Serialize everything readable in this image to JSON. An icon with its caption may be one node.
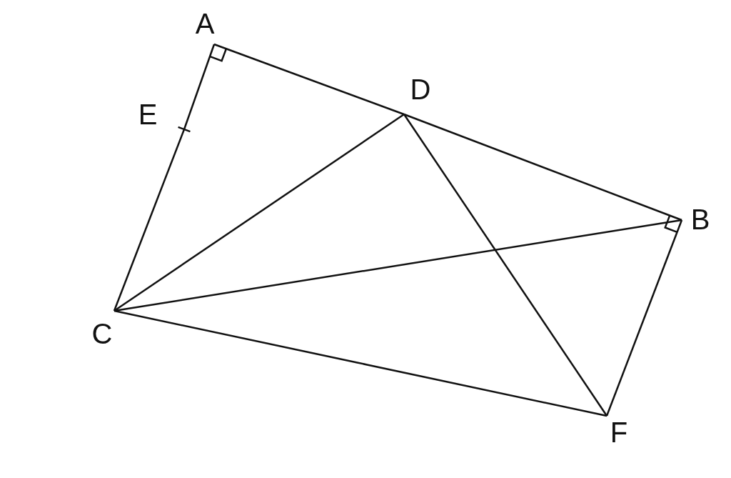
{
  "diagram": {
    "nodes": [
      {
        "text": [
          "A"
        ]
      },
      {
        "text": [
          "D"
        ]
      },
      {
        "text": [
          "B"
        ]
      },
      {
        "text": [
          "E"
        ]
      },
      {
        "text": [
          "C"
        ]
      },
      {
        "text": [
          "F"
        ]
      }
    ],
    "edges": [
      {
        "from": 0,
        "to": 1,
        "arrow": "none"
      },
      {
        "from": 1,
        "to": 2,
        "arrow": "none"
      },
      {
        "from": 0,
        "to": 3,
        "arrow": "none"
      },
      {
        "from": 3,
        "to": 4,
        "arrow": "none"
      },
      {
        "from": 4,
        "to": 1,
        "arrow": "none"
      },
      {
        "from": 4,
        "to": 2,
        "arrow": "none"
      },
      {
        "from": 4,
        "to": 5,
        "arrow": "none"
      },
      {
        "from": 1,
        "to": 5,
        "arrow": "none"
      },
      {
        "from": 2,
        "to": 5,
        "arrow": "none"
      }
    ]
  }
}
